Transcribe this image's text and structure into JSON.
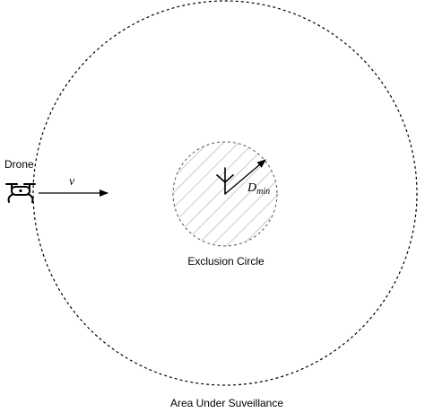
{
  "diagram": {
    "drone_label": "Drone",
    "velocity_symbol": "v",
    "dmin_main": "D",
    "dmin_sub": "min",
    "exclusion_label": "Exclusion Circle",
    "area_label": "Area Under Suveillance"
  },
  "icons": {
    "drone": "drone-icon",
    "antenna": "antenna-icon"
  }
}
